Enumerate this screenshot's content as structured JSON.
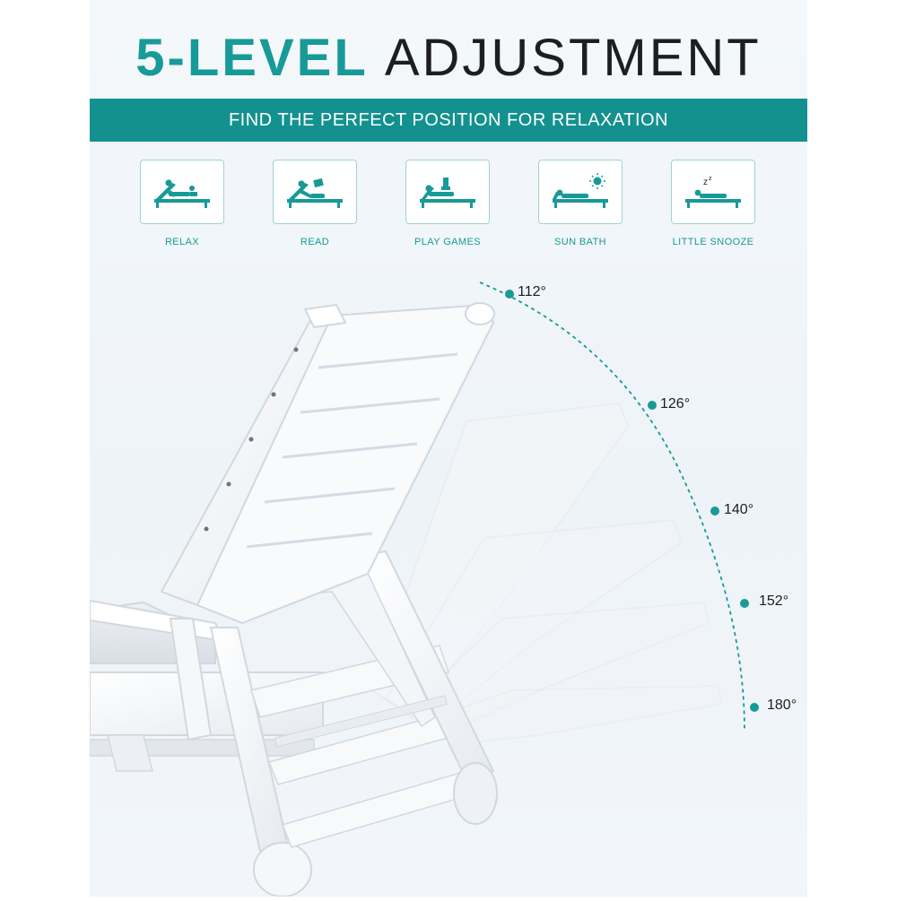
{
  "header": {
    "title_accent": "5-LEVEL",
    "title_rest": "ADJUSTMENT"
  },
  "banner": {
    "text": "FIND THE PERFECT POSITION FOR RELAXATION"
  },
  "positions": [
    {
      "label": "RELAX",
      "icon": "relax-icon"
    },
    {
      "label": "READ",
      "icon": "read-icon"
    },
    {
      "label": "PLAY GAMES",
      "icon": "play-games-icon"
    },
    {
      "label": "SUN BATH",
      "icon": "sun-bath-icon"
    },
    {
      "label": "LITTLE SNOOZE",
      "icon": "snooze-icon"
    }
  ],
  "angles": [
    "112°",
    "126°",
    "140°",
    "152°",
    "180°"
  ],
  "colors": {
    "accent": "#179a98",
    "banner": "#13918f",
    "text": "#1e1e1e"
  }
}
